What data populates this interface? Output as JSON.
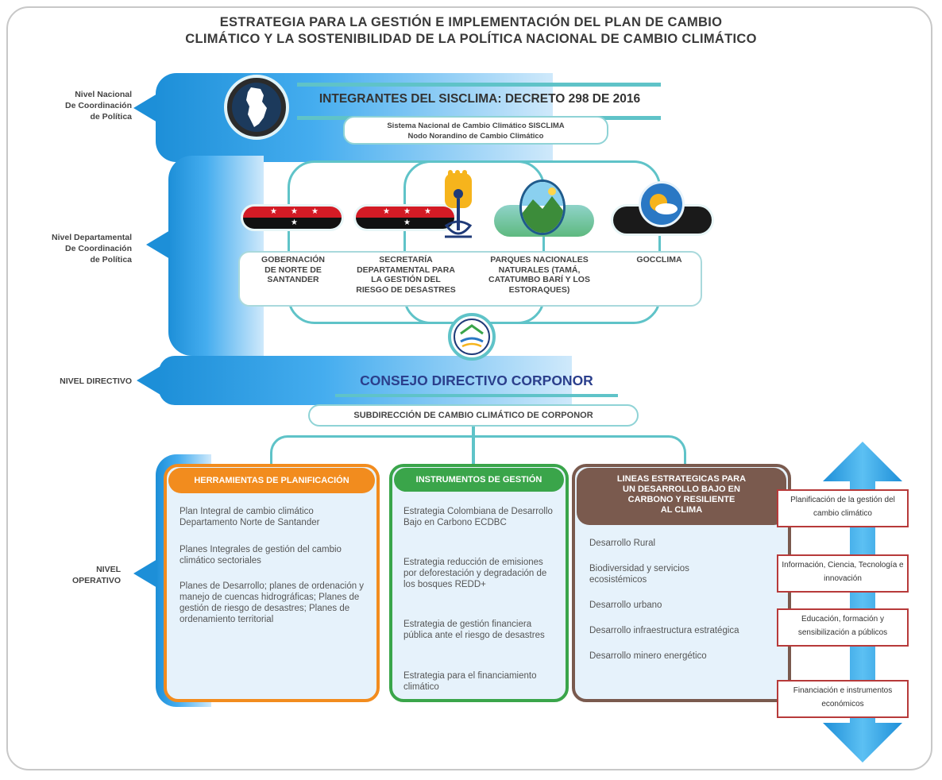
{
  "title": {
    "line1": "ESTRATEGIA PARA LA GESTIÓN E IMPLEMENTACIÓN DEL PLAN DE CAMBIO",
    "line2": "CLIMÁTICO Y LA SOSTENIBILIDAD DE LA POLÍTICA NACIONAL DE CAMBIO CLIMÁTICO"
  },
  "levels": {
    "nacional": [
      "Nivel Nacional",
      "De Coordinación",
      "de Política"
    ],
    "departamental": [
      "Nivel Departamental",
      "De Coordinación",
      "de Política"
    ],
    "directivo": "NIVEL DIRECTIVO",
    "operativo": [
      "NIVEL",
      "OPERATIVO"
    ]
  },
  "sisclima": {
    "heading": "INTEGRANTES DEL SISCLIMA: DECRETO 298 DE 2016",
    "sub1": "Sistema Nacional de Cambio Climático SISCLIMA",
    "sub2": "Nodo Norandino de Cambio Climático"
  },
  "entities": [
    {
      "lines": [
        "GOBERNACIÓN",
        "DE NORTE DE",
        "SANTANDER"
      ]
    },
    {
      "lines": [
        "SECRETARÍA",
        "DEPARTAMENTAL PARA",
        "LA GESTIÓN DEL",
        "RIESGO DE DESASTRES"
      ]
    },
    {
      "lines": [
        "PARQUES NACIONALES",
        "NATURALES (TAMÁ,",
        "CATATUMBO BARÍ Y LOS",
        "ESTORAQUES)"
      ]
    },
    {
      "lines": [
        "GOCCLIMA"
      ]
    }
  ],
  "consejo": "CONSEJO DIRECTIVO CORPONOR",
  "subdireccion": "SUBDIRECCIÓN DE CAMBIO CLIMÁTICO DE CORPONOR",
  "columns": {
    "herramientas": {
      "heading": "HERRAMIENTAS DE PLANIFICACIÓN",
      "color": "#f28c1e",
      "items": [
        "Plan Integral de cambio climático Departamento Norte de Santander",
        "Planes Integrales de gestión del cambio climático sectoriales",
        "Planes de Desarrollo; planes de ordenación y manejo de cuencas hidrográficas; Planes de gestión de riesgo de desastres; Planes de ordenamiento territorial"
      ]
    },
    "instrumentos": {
      "heading": "INSTRUMENTOS DE GESTIÓN",
      "color": "#3aa54a",
      "items": [
        "Estrategia Colombiana de Desarrollo Bajo en Carbono ECDBC",
        "Estrategia reducción de emisiones por deforestación y degradación de los bosques REDD+",
        "Estrategia de gestión financiera pública ante el riesgo de desastres",
        "Estrategia para el financiamiento climático"
      ]
    },
    "lineas": {
      "heading": [
        "LINEAS ESTRATEGICAS PARA",
        "UN DESARROLLO BAJO EN",
        "CARBONO Y RESILIENTE",
        "AL CLIMA"
      ],
      "color": "#7a5a4e",
      "items": [
        "Desarrollo Rural",
        "Biodiversidad y servicios ecosistémicos",
        "Desarrollo urbano",
        "Desarrollo infraestructura estratégica",
        "Desarrollo minero energético"
      ]
    }
  },
  "side_boxes": [
    "Planificación de la gestión del cambio climático",
    "Información, Ciencia, Tecnología e innovación",
    "Educación, formación y sensibilización a públicos",
    "Financiación e instrumentos económicos"
  ],
  "colors": {
    "blue": "#1d8fd8",
    "teal": "#5fc3c8",
    "orange": "#f28c1e",
    "green": "#3aa54a",
    "brown": "#7a5a4e",
    "red": "#b73a3a"
  }
}
